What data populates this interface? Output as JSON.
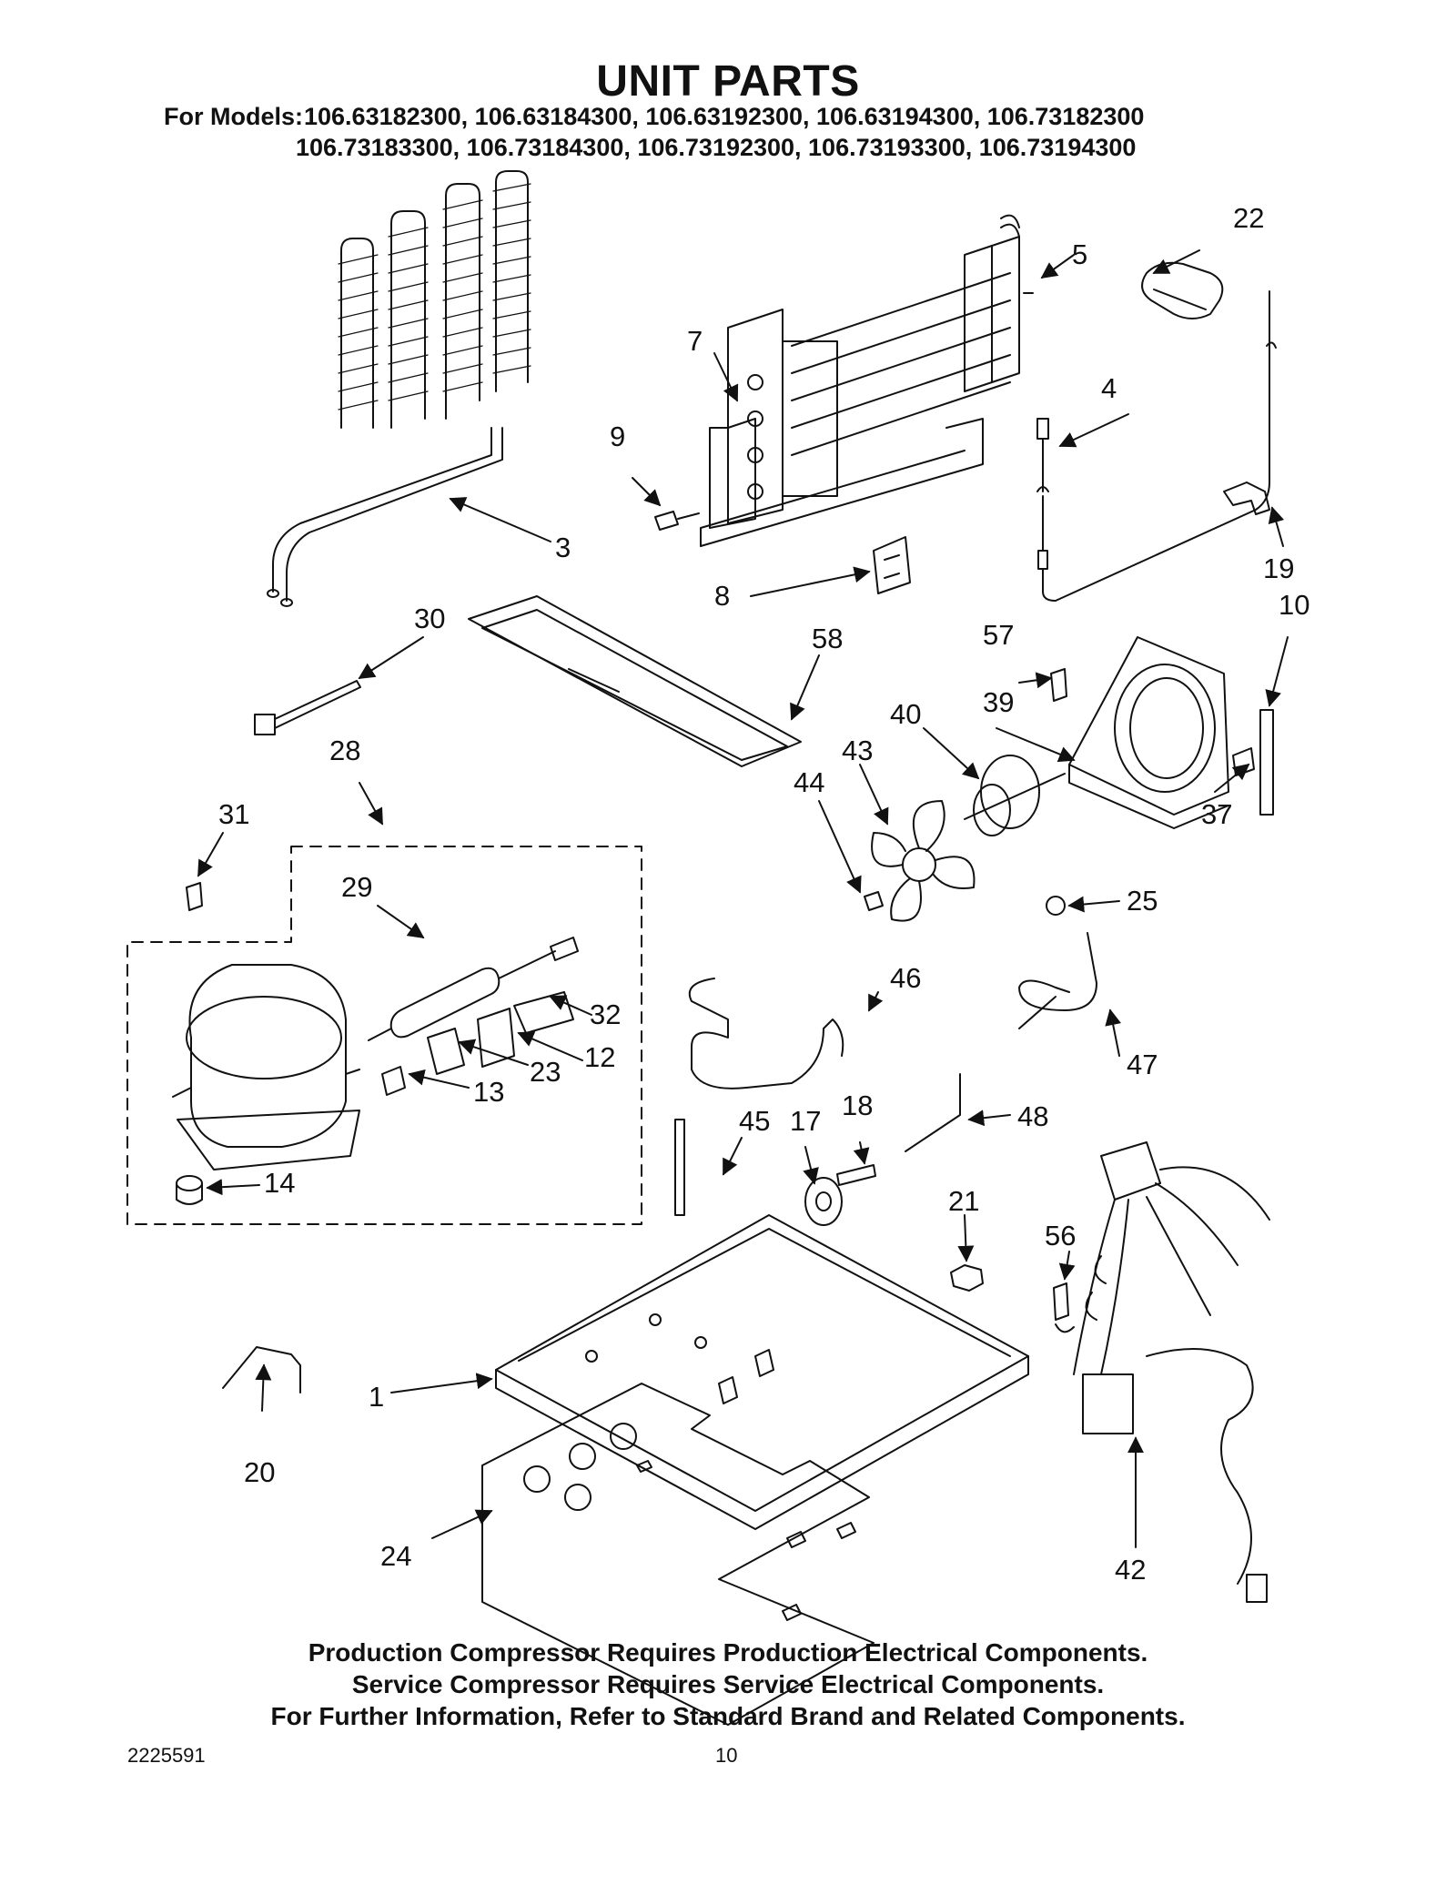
{
  "title": "UNIT PARTS",
  "models_label": "For Models:",
  "models_line1": "106.63182300, 106.63184300, 106.63192300, 106.63194300, 106.73182300",
  "models_line2": "106.73183300, 106.73184300, 106.73192300, 106.73193300, 106.73194300",
  "callouts": {
    "c1": "1",
    "c3": "3",
    "c4": "4",
    "c5": "5",
    "c7": "7",
    "c8": "8",
    "c9": "9",
    "c10": "10",
    "c12": "12",
    "c13": "13",
    "c14": "14",
    "c17": "17",
    "c18": "18",
    "c19": "19",
    "c20": "20",
    "c21": "21",
    "c22": "22",
    "c23": "23",
    "c24": "24",
    "c25": "25",
    "c28": "28",
    "c29": "29",
    "c30": "30",
    "c31": "31",
    "c32": "32",
    "c37": "37",
    "c39": "39",
    "c40": "40",
    "c42": "42",
    "c43": "43",
    "c44": "44",
    "c45": "45",
    "c46": "46",
    "c47": "47",
    "c48": "48",
    "c56": "56",
    "c57": "57",
    "c58": "58"
  },
  "footer": {
    "line1": "Production Compressor Requires Production Electrical Components.",
    "line2": "Service Compressor Requires Service Electrical Components.",
    "line3": "For Further Information, Refer to Standard Brand and Related Components."
  },
  "doc_number": "2225591",
  "page_number": "10"
}
